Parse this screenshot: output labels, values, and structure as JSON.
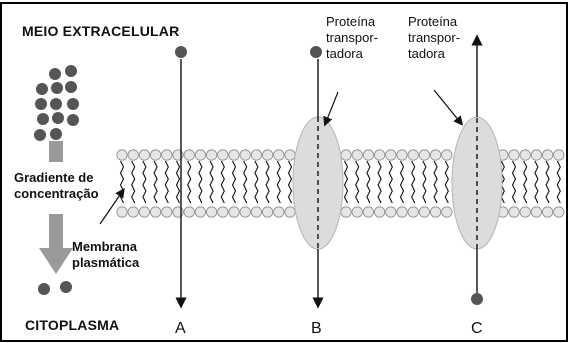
{
  "labels": {
    "extracellular": "MEIO EXTRACELULAR",
    "cytoplasm": "CITOPLASMA",
    "gradient_line1": "Gradiente de",
    "gradient_line2": "concentração",
    "membrane_line1": "Membrana",
    "membrane_line2": "plasmática",
    "protein_b_line1": "Proteína",
    "protein_b_line2": "transpor-",
    "protein_b_line3": "tadora",
    "protein_c_line1": "Proteína",
    "protein_c_line2": "transpor-",
    "protein_c_line3": "tadora",
    "letter_a": "A",
    "letter_b": "B",
    "letter_c": "C"
  },
  "colors": {
    "molecule": "#555555",
    "membrane_head": "#e6e6e6",
    "protein": "#dcdcdc",
    "gradient_arrow": "#9a9a9a",
    "line": "#111111"
  }
}
